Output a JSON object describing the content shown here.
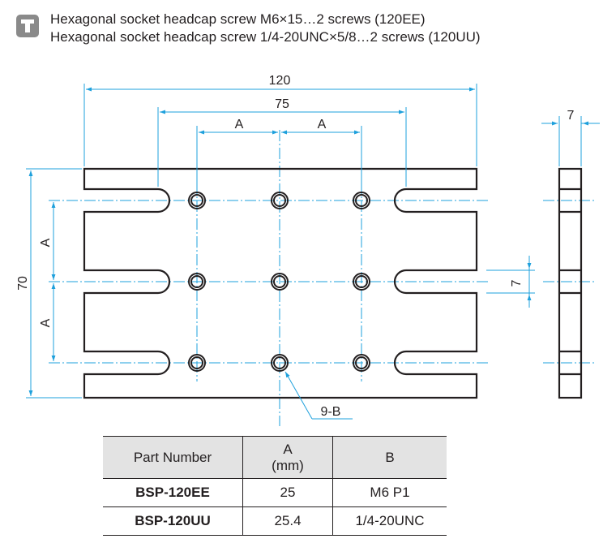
{
  "header": {
    "icon": "hex-screw-icon",
    "line1": "Hexagonal socket headcap screw M6×15…2 screws (120EE)",
    "line2": "Hexagonal socket headcap screw 1/4-20UNC×5/8…2 screws (120UU)"
  },
  "drawing": {
    "dim_overall_width": "120",
    "dim_hole_span": "75",
    "dim_a": "A",
    "dim_overall_height": "70",
    "dim_thickness": "7",
    "dim_slot_width": "7",
    "hole_callout": "9-B"
  },
  "colors": {
    "line": "#231f20",
    "dimension": "#1ea0dc",
    "table_header": "#e3e3e3"
  },
  "spec_table": {
    "headers": [
      "Part Number",
      "A\n(mm)",
      "B"
    ],
    "header_a_line1": "A",
    "header_a_line2": "(mm)",
    "rows": [
      {
        "part": "BSP-120EE",
        "a": "25",
        "b": "M6 P1"
      },
      {
        "part": "BSP-120UU",
        "a": "25.4",
        "b": "1/4-20UNC"
      }
    ]
  }
}
